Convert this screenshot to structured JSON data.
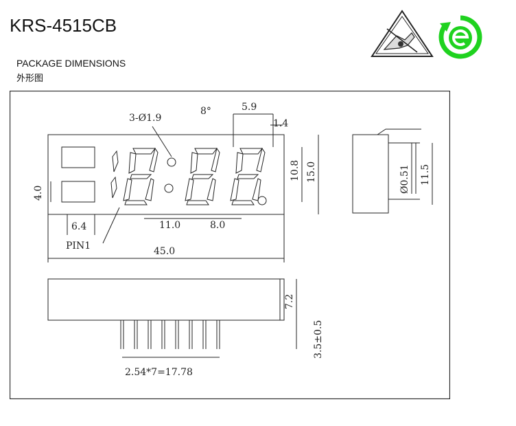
{
  "header": {
    "part_number": "KRS-4515CB",
    "section_title": "PACKAGE DIMENSIONS",
    "section_title_cn": "外形图"
  },
  "icons": {
    "esd": "esd-warning-icon",
    "env": "environmental-e-icon"
  },
  "colors": {
    "line": "#222222",
    "env_green": "#1fd21f"
  },
  "dimensions": {
    "holes": "3-Ø1.9",
    "angle": "8°",
    "digit_width": "5.9",
    "segment_width": "1.4",
    "digit_height": "10.8",
    "body_height": "15.0",
    "window_height": "4.0",
    "window_offset": "6.4",
    "pitch_a": "11.0",
    "pitch_b": "8.0",
    "pin_label": "PIN1",
    "overall_length": "45.0",
    "pin_diameter": "Ø0.51",
    "side_height": "11.5",
    "body_thickness": "7.2",
    "pin_length": "3.5±0.5",
    "pin_pitch": "2.54*7=17.78"
  }
}
